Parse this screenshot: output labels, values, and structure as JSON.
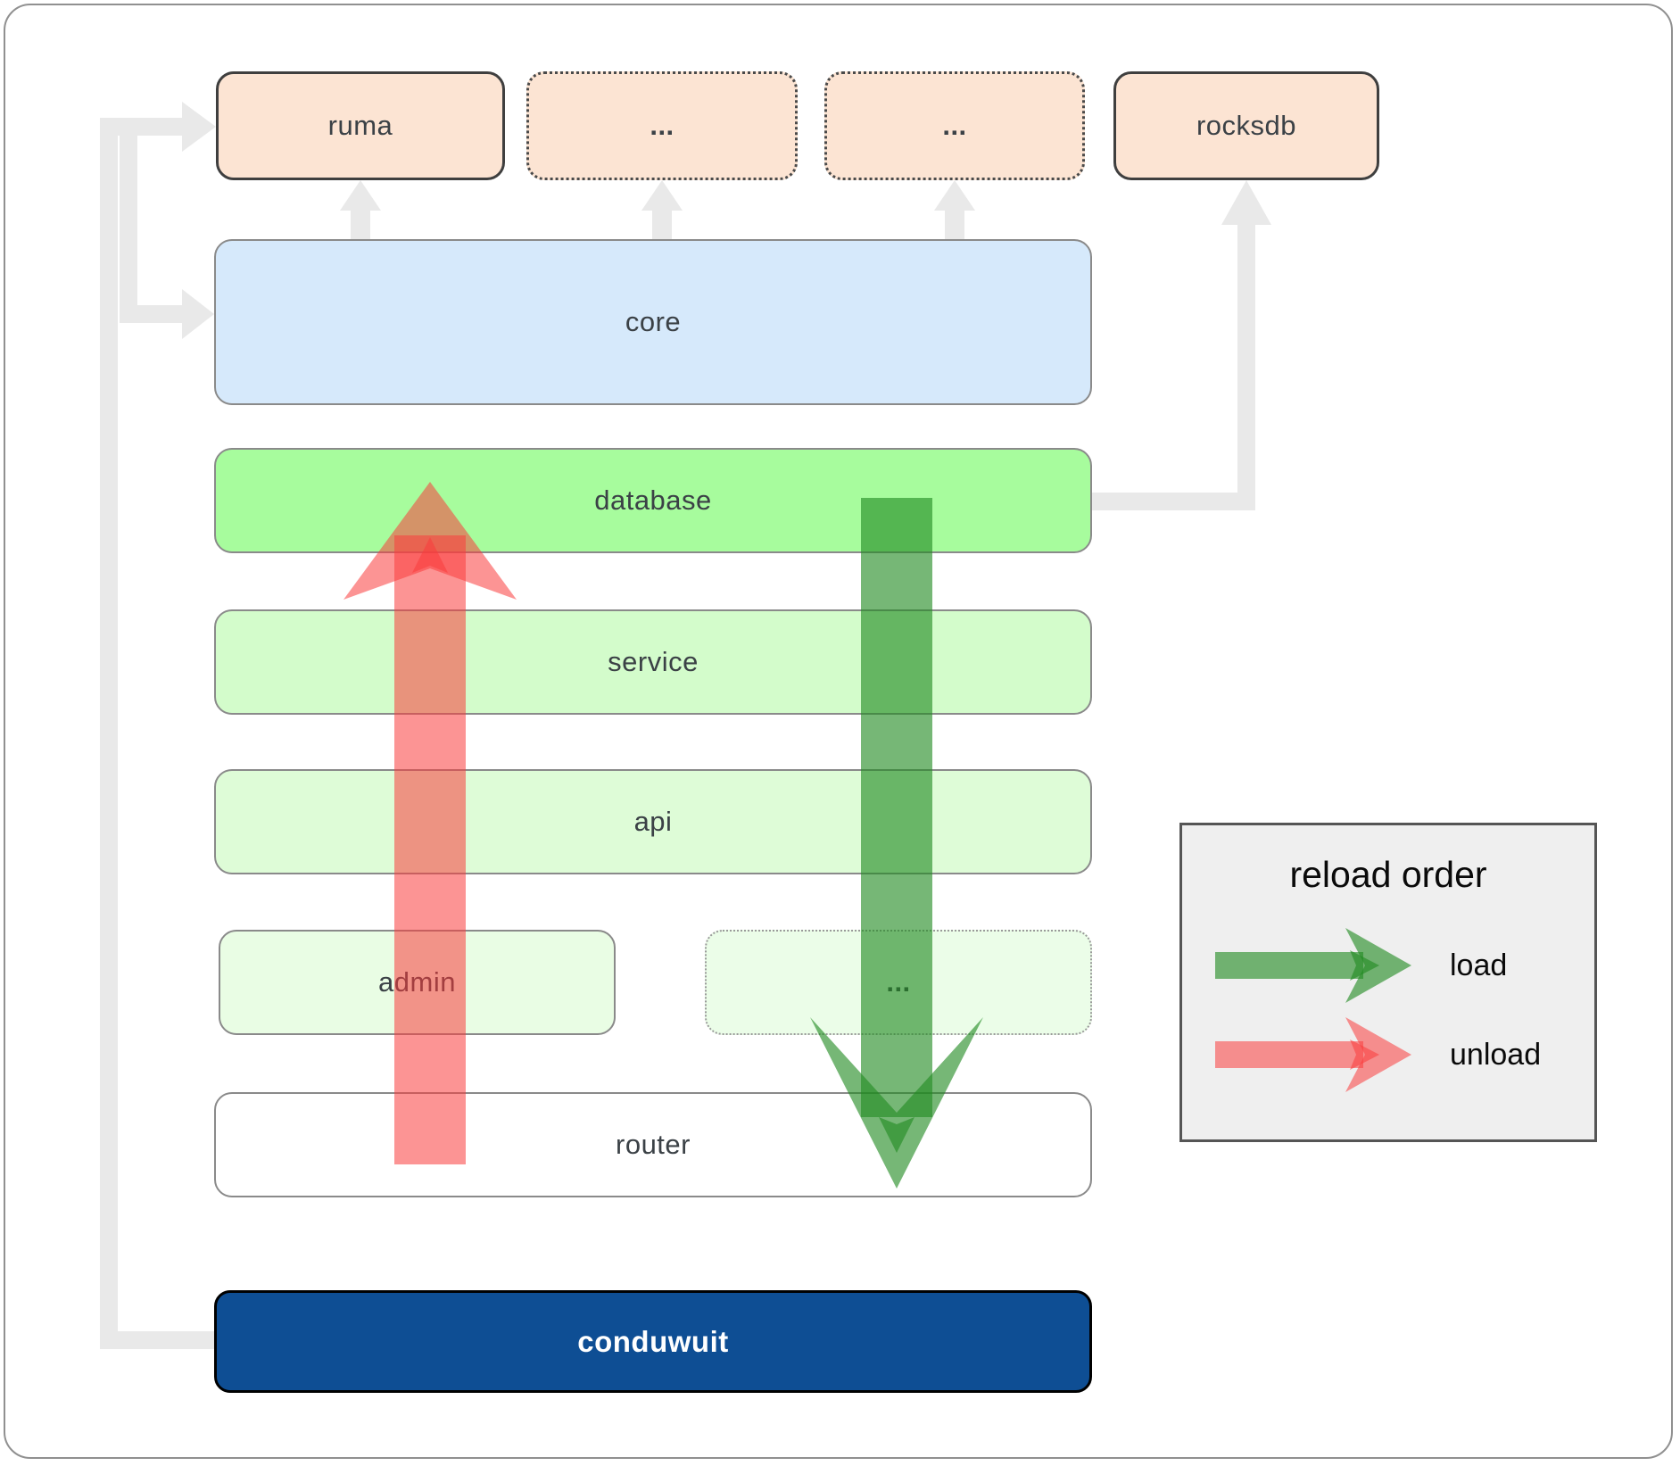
{
  "nodes": {
    "ruma": "ruma",
    "mid1": "...",
    "mid2": "...",
    "rocksdb": "rocksdb",
    "core": "core",
    "database": "database",
    "service": "service",
    "api": "api",
    "admin": "admin",
    "more": "...",
    "router": "router",
    "conduwuit": "conduwuit"
  },
  "legend": {
    "title": "reload order",
    "load_label": "load",
    "unload_label": "unload"
  },
  "colors": {
    "peach": "#fce4d3",
    "peach_border": "#3f3f3f",
    "blue": "#d6e9fb",
    "green_bright": "#a7fc9d",
    "green_mid": "#d3fccb",
    "green_light": "#defcd7",
    "green_lighter": "#e9fde4",
    "green_lightest": "#ebfde8",
    "box_border": "#8a8a8a",
    "navy": "#0e4e94",
    "connector": "#e9e9e9",
    "load": "rgba(34,139,34,0.62)",
    "unload": "rgba(250,60,60,0.55)",
    "legend_bg": "#efefef",
    "legend_border": "#555555",
    "label": "#3b4146",
    "router_bg": "#ffffff"
  }
}
